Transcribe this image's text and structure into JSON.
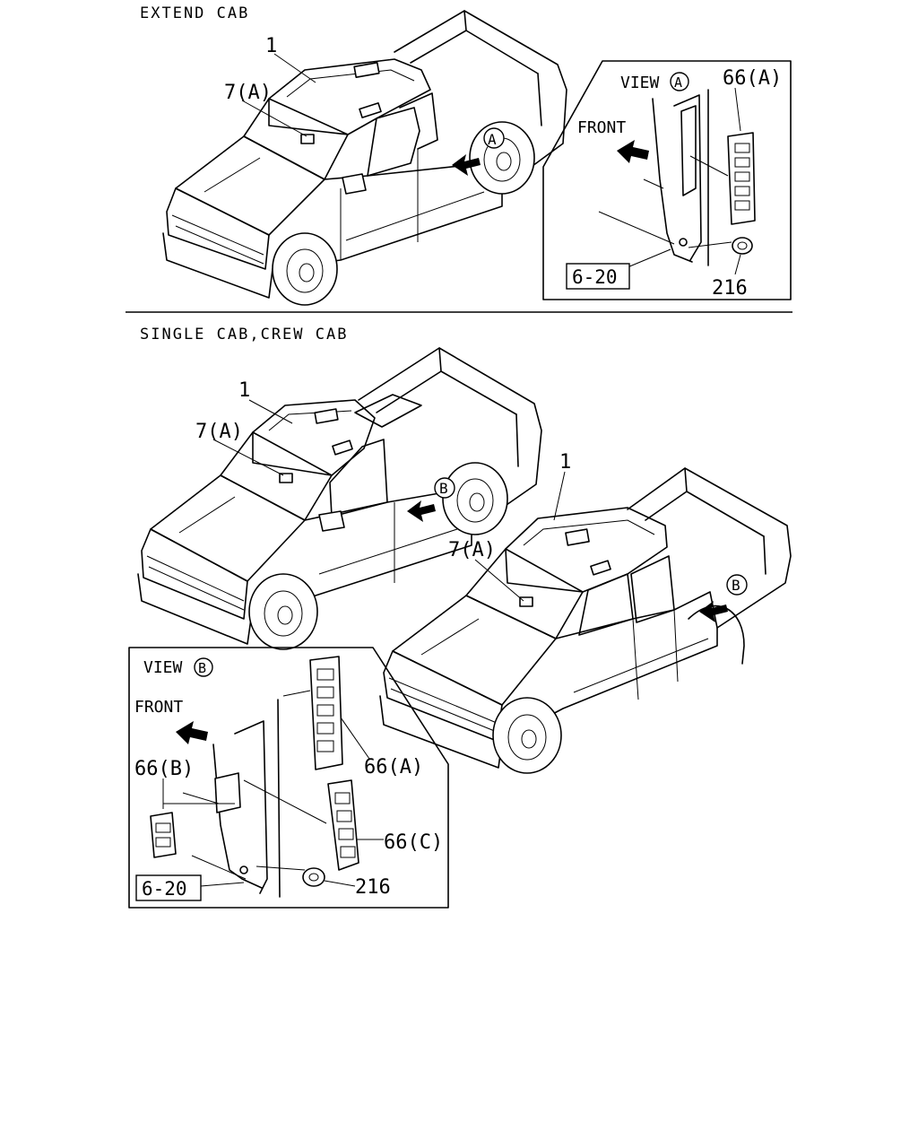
{
  "sections": {
    "extend_cab": "EXTEND CAB",
    "single_crew_cab": "SINGLE CAB,CREW CAB"
  },
  "views": {
    "view_a_prefix": "VIEW",
    "view_a_letter": "A",
    "view_b_prefix": "VIEW",
    "view_b_letter": "B",
    "front": "FRONT",
    "front_b": "FRONT"
  },
  "callouts": {
    "a_marker": "A",
    "b_marker_1": "B",
    "b_marker_2": "B"
  },
  "labels": {
    "p1_top": "1",
    "p7a_top": "7(A)",
    "p66a_top": "66(A)",
    "p216_top": "216",
    "ref_top": "6-20",
    "p1_mid": "1",
    "p7a_mid": "7(A)",
    "p1_crew": "1",
    "p7a_crew": "7(A)",
    "p66a_bot": "66(A)",
    "p66b_bot": "66(B)",
    "p66c_bot": "66(C)",
    "p216_bot": "216",
    "ref_bot": "6-20"
  }
}
